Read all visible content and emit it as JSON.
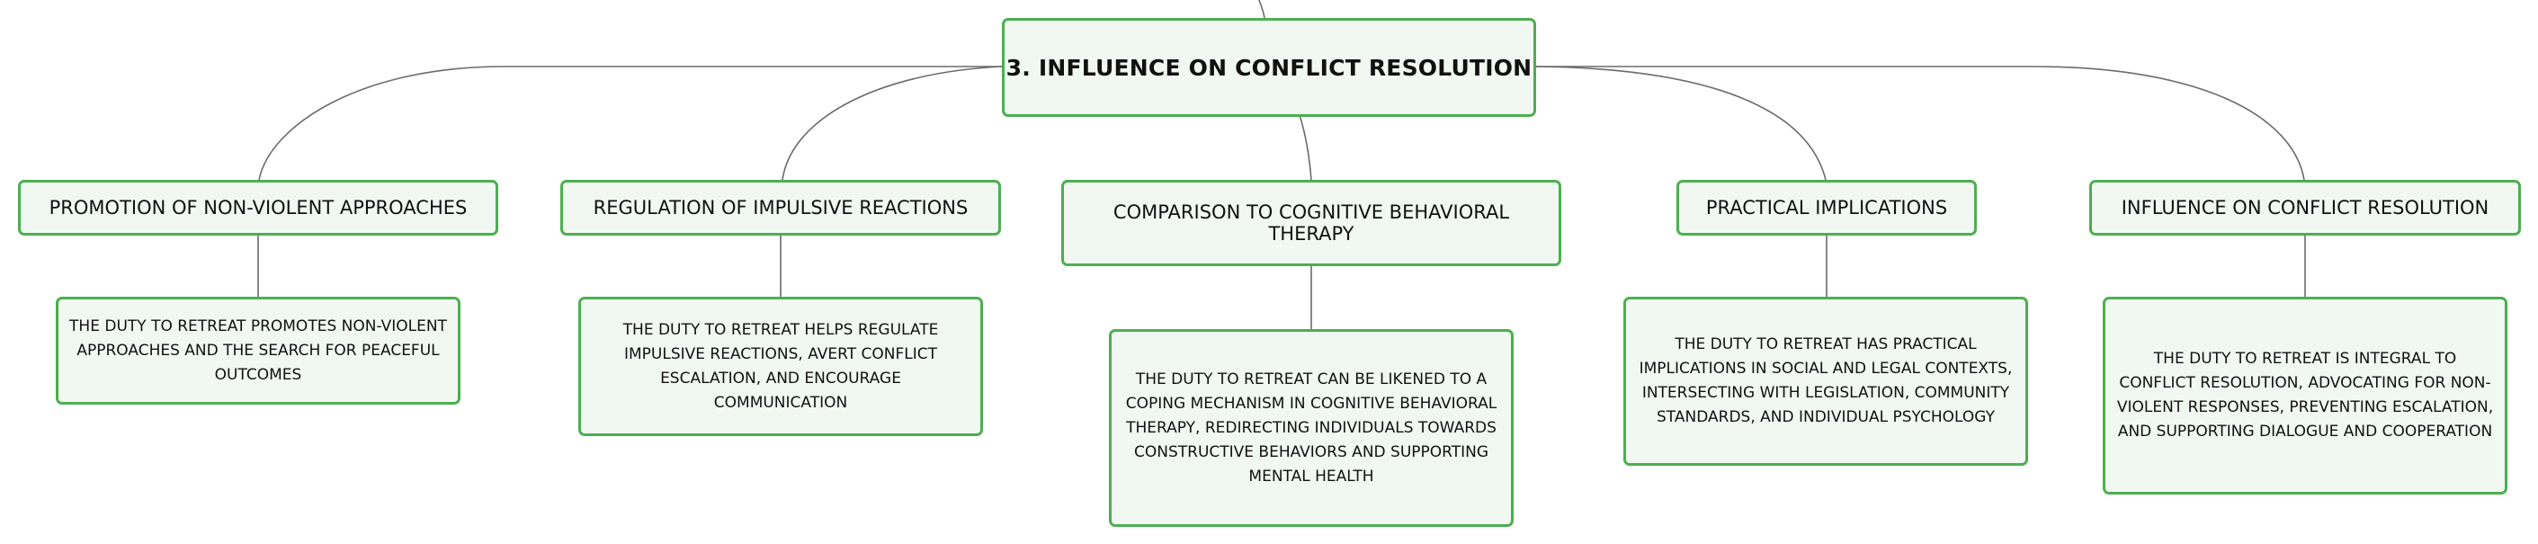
{
  "root": {
    "label": "3. INFLUENCE ON CONFLICT RESOLUTION"
  },
  "branches": [
    {
      "topic": "PROMOTION OF NON-VIOLENT APPROACHES",
      "detail": "THE DUTY TO RETREAT PROMOTES NON-VIOLENT APPROACHES AND THE SEARCH FOR PEACEFUL OUTCOMES"
    },
    {
      "topic": "REGULATION OF IMPULSIVE REACTIONS",
      "detail": "THE DUTY TO RETREAT HELPS REGULATE IMPULSIVE REACTIONS, AVERT CONFLICT ESCALATION, AND ENCOURAGE COMMUNICATION"
    },
    {
      "topic": "COMPARISON TO COGNITIVE BEHAVIORAL THERAPY",
      "detail": "THE DUTY TO RETREAT CAN BE LIKENED TO A COPING MECHANISM IN COGNITIVE BEHAVIORAL THERAPY, REDIRECTING INDIVIDUALS TOWARDS CONSTRUCTIVE BEHAVIORS AND SUPPORTING MENTAL HEALTH"
    },
    {
      "topic": "PRACTICAL IMPLICATIONS",
      "detail": "THE DUTY TO RETREAT HAS PRACTICAL IMPLICATIONS IN SOCIAL AND LEGAL CONTEXTS, INTERSECTING WITH LEGISLATION, COMMUNITY STANDARDS, AND INDIVIDUAL PSYCHOLOGY"
    },
    {
      "topic": "INFLUENCE ON CONFLICT RESOLUTION",
      "detail": "THE DUTY TO RETREAT IS INTEGRAL TO CONFLICT RESOLUTION, ADVOCATING FOR NON-VIOLENT RESPONSES, PREVENTING ESCALATION, AND SUPPORTING DIALOGUE AND COOPERATION"
    }
  ]
}
